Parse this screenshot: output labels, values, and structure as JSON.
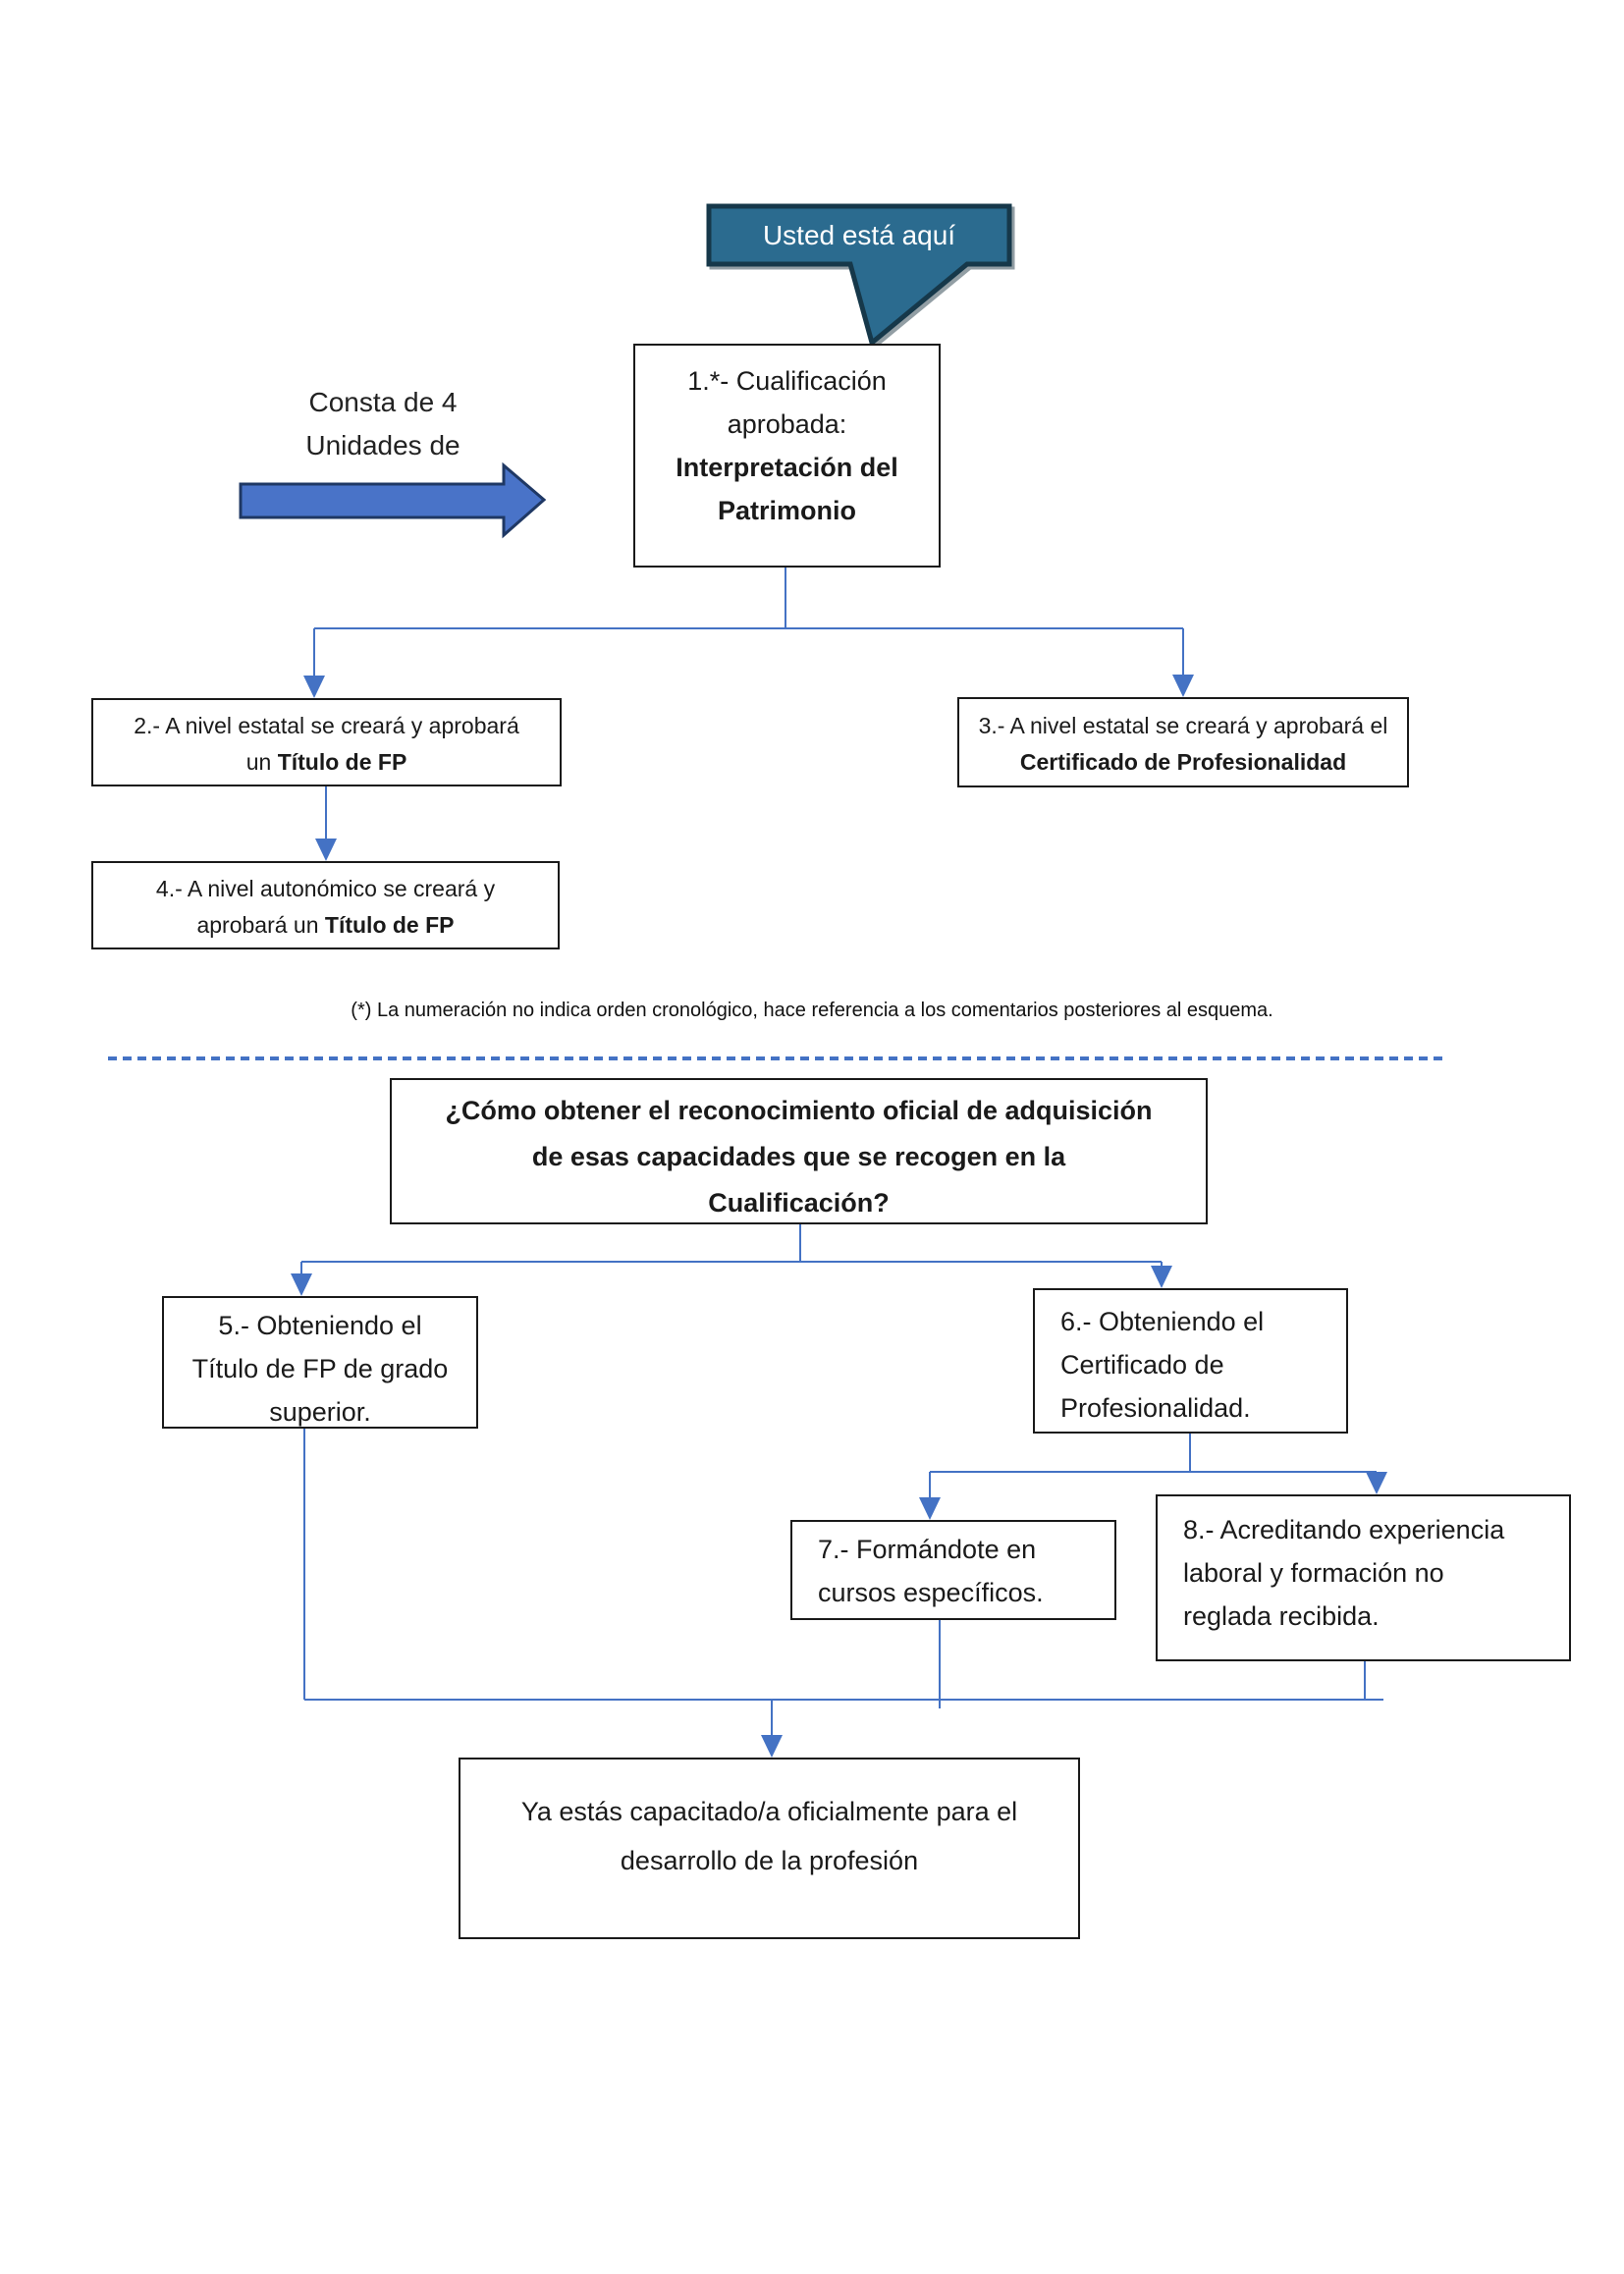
{
  "bubble": {
    "label": "Usted está aquí"
  },
  "side_note": {
    "line1": "Consta de 4",
    "line2": "Unidades de"
  },
  "nodes": {
    "n1": {
      "line1": "1.*- Cualificación",
      "line2": "aprobada:",
      "line3_bold": "Interpretación del",
      "line4_bold": "Patrimonio"
    },
    "n2": {
      "line1": "2.- A nivel estatal se creará y aprobará",
      "line2_prefix": "un ",
      "line2_bold": "Título de FP"
    },
    "n3": {
      "line1": "3.- A nivel estatal se creará y aprobará el",
      "line2_bold": "Certificado de Profesionalidad"
    },
    "n4": {
      "line1": "4.- A nivel autonómico se creará y",
      "line2_prefix": "aprobará un ",
      "line2_bold": "Título de FP"
    },
    "question": {
      "line1": "¿Cómo obtener el reconocimiento oficial de adquisición",
      "line2": "de esas capacidades que se recogen en la",
      "line3": "Cualificación?"
    },
    "n5": {
      "line1": "5.- Obteniendo el",
      "line2": "Título de FP de grado",
      "line3": "superior."
    },
    "n6": {
      "line1": "6.- Obteniendo el",
      "line2": "Certificado de",
      "line3": "Profesionalidad."
    },
    "n7": {
      "line1": "7.- Formándote en",
      "line2": "cursos específicos."
    },
    "n8": {
      "line1": "8.- Acreditando experiencia",
      "line2": "laboral y formación no",
      "line3": "reglada recibida."
    },
    "final": {
      "line1": "Ya estás capacitado/a oficialmente para el",
      "line2": "desarrollo de la profesión"
    }
  },
  "footnote": {
    "text": "(*) La numeración no indica orden cronológico, hace referencia a los comentarios posteriores al esquema."
  },
  "colors": {
    "connector": "#4472C4",
    "bubble_fill": "#2B6B8F",
    "bubble_border": "#16384A",
    "arrow_fill": "#4973C8",
    "arrow_border": "#1F3864",
    "box_border": "#1a1a1a"
  }
}
